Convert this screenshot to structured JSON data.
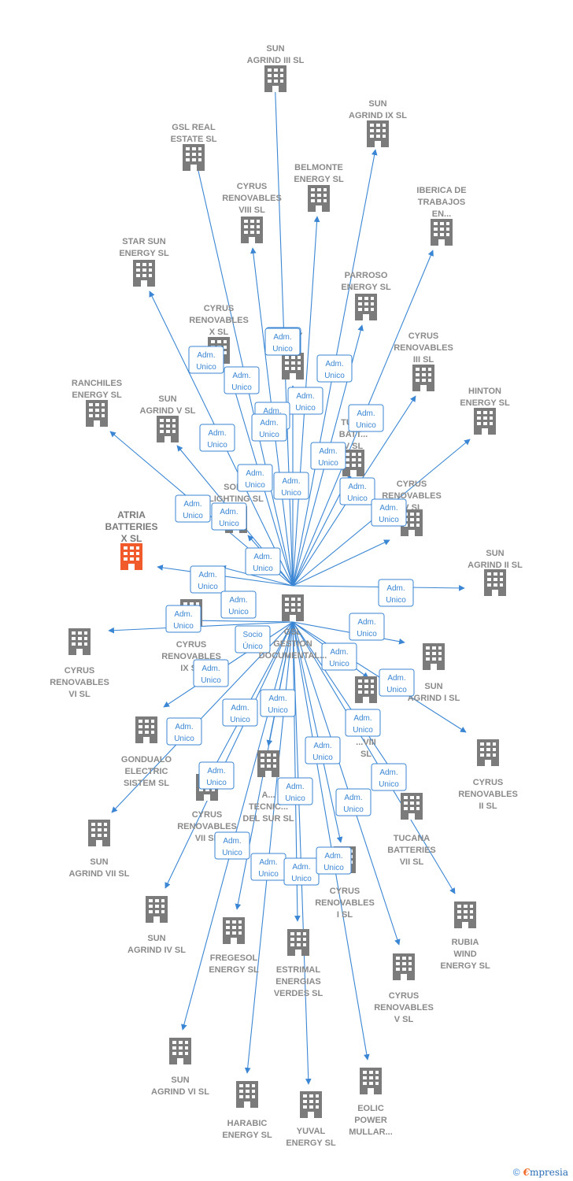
{
  "center": {
    "label": [
      "GSL",
      "GESTION",
      "DOCUMENTAL..."
    ]
  },
  "colors": {
    "edge": "#3a86d4",
    "building": "#7b7b7b",
    "highlight": "#f15a2b",
    "label": "#8a8a8a"
  },
  "nodes": [
    {
      "id": "sun-agrind-iii",
      "label": [
        "SUN",
        "AGRIND III  SL"
      ],
      "rel": [
        "Adm.",
        "Unico"
      ]
    },
    {
      "id": "gsl-real-estate",
      "label": [
        "GSL REAL",
        "ESTATE  SL"
      ],
      "rel": [
        "Adm.",
        "Unico"
      ]
    },
    {
      "id": "sun-agrind-ix",
      "label": [
        "SUN",
        "AGRIND IX  SL"
      ],
      "rel": [
        "Adm.",
        "Unico"
      ]
    },
    {
      "id": "belmonte-energy",
      "label": [
        "BELMONTE",
        "ENERGY  SL"
      ],
      "rel": [
        "Adm.",
        "Unico"
      ]
    },
    {
      "id": "cyrus-viii",
      "label": [
        "CYRUS",
        "RENOVABLES",
        "VIII  SL"
      ],
      "rel": [
        "Adm.",
        "Unico"
      ]
    },
    {
      "id": "iberica-trabajos",
      "label": [
        "IBERICA DE",
        "TRABAJOS",
        "EN..."
      ],
      "rel": [
        "Adm.",
        "Unico"
      ]
    },
    {
      "id": "star-sun-energy",
      "label": [
        "STAR SUN",
        "ENERGY  SL"
      ],
      "rel": [
        "Adm.",
        "Unico"
      ]
    },
    {
      "id": "parroso-energy",
      "label": [
        "PARROSO",
        "ENERGY  SL"
      ],
      "rel": [
        "Adm.",
        "Unico"
      ]
    },
    {
      "id": "cyrus-x",
      "label": [
        "CYRUS",
        "RENOVABLES",
        "X  SL"
      ],
      "rel": [
        "Adm.",
        "Unico"
      ]
    },
    {
      "id": "energy-sl",
      "label": [
        "...GY",
        "SL"
      ],
      "rel": [
        "Adm.",
        "Unico"
      ]
    },
    {
      "id": "cyrus-iii",
      "label": [
        "CYRUS",
        "RENOVABLES",
        "III  SL"
      ],
      "rel": [
        "Adm.",
        "Unico"
      ]
    },
    {
      "id": "ranchiles-energy",
      "label": [
        "RANCHILES",
        "ENERGY  SL"
      ],
      "rel": [
        "Adm.",
        "Unico"
      ]
    },
    {
      "id": "sun-agrind-v",
      "label": [
        "SUN",
        "AGRIND V  SL"
      ],
      "rel": [
        "Adm.",
        "Unico"
      ]
    },
    {
      "id": "hinton-energy",
      "label": [
        "HINTON",
        "ENERGY  SL"
      ],
      "rel": [
        "Adm.",
        "Unico"
      ]
    },
    {
      "id": "tucana-batteries-v",
      "label": [
        "TUC...",
        "BATT...",
        "V  SL"
      ],
      "rel": [
        "Adm.",
        "Unico"
      ]
    },
    {
      "id": "solar-lighting",
      "label": [
        "SOL...",
        "LIGHTING SL"
      ],
      "rel": [
        "Adm.",
        "Unico"
      ]
    },
    {
      "id": "cyrus-iv",
      "label": [
        "CYRUS",
        "RENOVABLES",
        "IV  SL"
      ],
      "rel": [
        "Adm.",
        "Unico"
      ]
    },
    {
      "id": "atria-batteries-x",
      "label": [
        "ATRIA",
        "BATTERIES",
        "X  SL"
      ],
      "rel": [
        "Adm.",
        "Unico"
      ],
      "highlight": true
    },
    {
      "id": "sun-agrind-ii",
      "label": [
        "SUN",
        "AGRIND II  SL"
      ],
      "rel": [
        "Adm.",
        "Unico"
      ]
    },
    {
      "id": "cyrus-ix",
      "label": [
        "CYRUS",
        "RENOVABLES",
        "IX  SL"
      ],
      "rel": [
        "Adm.",
        "Unico"
      ]
    },
    {
      "id": "cyrus-vi",
      "label": [
        "CYRUS",
        "RENOVABLES",
        "VI  SL"
      ],
      "rel": [
        "Adm.",
        "Unico"
      ]
    },
    {
      "id": "sun-agrind-i",
      "label": [
        "SUN",
        "AGRIND I  SL"
      ],
      "rel": [
        "Adm.",
        "Unico"
      ]
    },
    {
      "id": "gondualo-electric",
      "label": [
        "GONDUALO",
        "ELECTRIC",
        "SISTEM  SL"
      ],
      "rel": [
        "Adm.",
        "Unico"
      ]
    },
    {
      "id": "atria-viii",
      "label": [
        "A...",
        "...VIII",
        "SL"
      ],
      "rel": [
        "Adm.",
        "Unico"
      ]
    },
    {
      "id": "cyrus-ii",
      "label": [
        "CYRUS",
        "RENOVABLES",
        "II  SL"
      ],
      "rel": [
        "Adm.",
        "Unico"
      ]
    },
    {
      "id": "tecnica-del-sur",
      "label": [
        "A...",
        "TECNIC...",
        "DEL SUR SL"
      ],
      "rel": [
        "Socio",
        "Único"
      ]
    },
    {
      "id": "cyrus-vii",
      "label": [
        "CYRUS",
        "RENOVABLES",
        "VII  SL"
      ],
      "rel": [
        "Adm.",
        "Unico"
      ]
    },
    {
      "id": "tucana-vii",
      "label": [
        "TUCANA",
        "BATTERIES",
        "VII  SL"
      ],
      "rel": [
        "Adm.",
        "Unico"
      ]
    },
    {
      "id": "sun-agrind-vii",
      "label": [
        "SUN",
        "AGRIND VII  SL"
      ],
      "rel": [
        "Adm.",
        "Unico"
      ]
    },
    {
      "id": "cyrus-i",
      "label": [
        "CYRUS",
        "RENOVABLES",
        "I  SL"
      ],
      "rel": [
        "Adm.",
        "Unico"
      ]
    },
    {
      "id": "sun-agrind-iv",
      "label": [
        "SUN",
        "AGRIND IV  SL"
      ],
      "rel": [
        "Adm.",
        "Unico"
      ]
    },
    {
      "id": "rubia-wind",
      "label": [
        "RUBIA",
        "WIND",
        "ENERGY  SL"
      ],
      "rel": [
        "Adm.",
        "Unico"
      ]
    },
    {
      "id": "fregesol-energy",
      "label": [
        "FREGESOL",
        "ENERGY  SL"
      ],
      "rel": [
        "Adm.",
        "Unico"
      ]
    },
    {
      "id": "estrimal",
      "label": [
        "ESTRIMAL",
        "ENERGIAS",
        "VERDES  SL"
      ],
      "rel": [
        "Adm.",
        "Unico"
      ]
    },
    {
      "id": "cyrus-v",
      "label": [
        "CYRUS",
        "RENOVABLES",
        "V  SL"
      ],
      "rel": [
        "Adm.",
        "Unico"
      ]
    },
    {
      "id": "sun-agrind-vi",
      "label": [
        "SUN",
        "AGRIND VI  SL"
      ],
      "rel": [
        "Adm.",
        "Unico"
      ]
    },
    {
      "id": "harabic-energy",
      "label": [
        "HARABIC",
        "ENERGY  SL"
      ],
      "rel": [
        "Adm.",
        "Unico"
      ]
    },
    {
      "id": "yuval-energy",
      "label": [
        "YUVAL",
        "ENERGY  SL"
      ],
      "rel": [
        "Adm.",
        "Unico"
      ]
    },
    {
      "id": "eolic-power",
      "label": [
        "EOLIC",
        "POWER",
        "MULLAR..."
      ],
      "rel": [
        "Adm.",
        "Unico"
      ]
    },
    {
      "id": "cyrus-ix-extra",
      "label": [],
      "rel": [
        "Adm.",
        "Unico"
      ]
    }
  ],
  "footer": {
    "copyright": "©",
    "brand_e": "€",
    "brand_rest": "mpresia"
  }
}
